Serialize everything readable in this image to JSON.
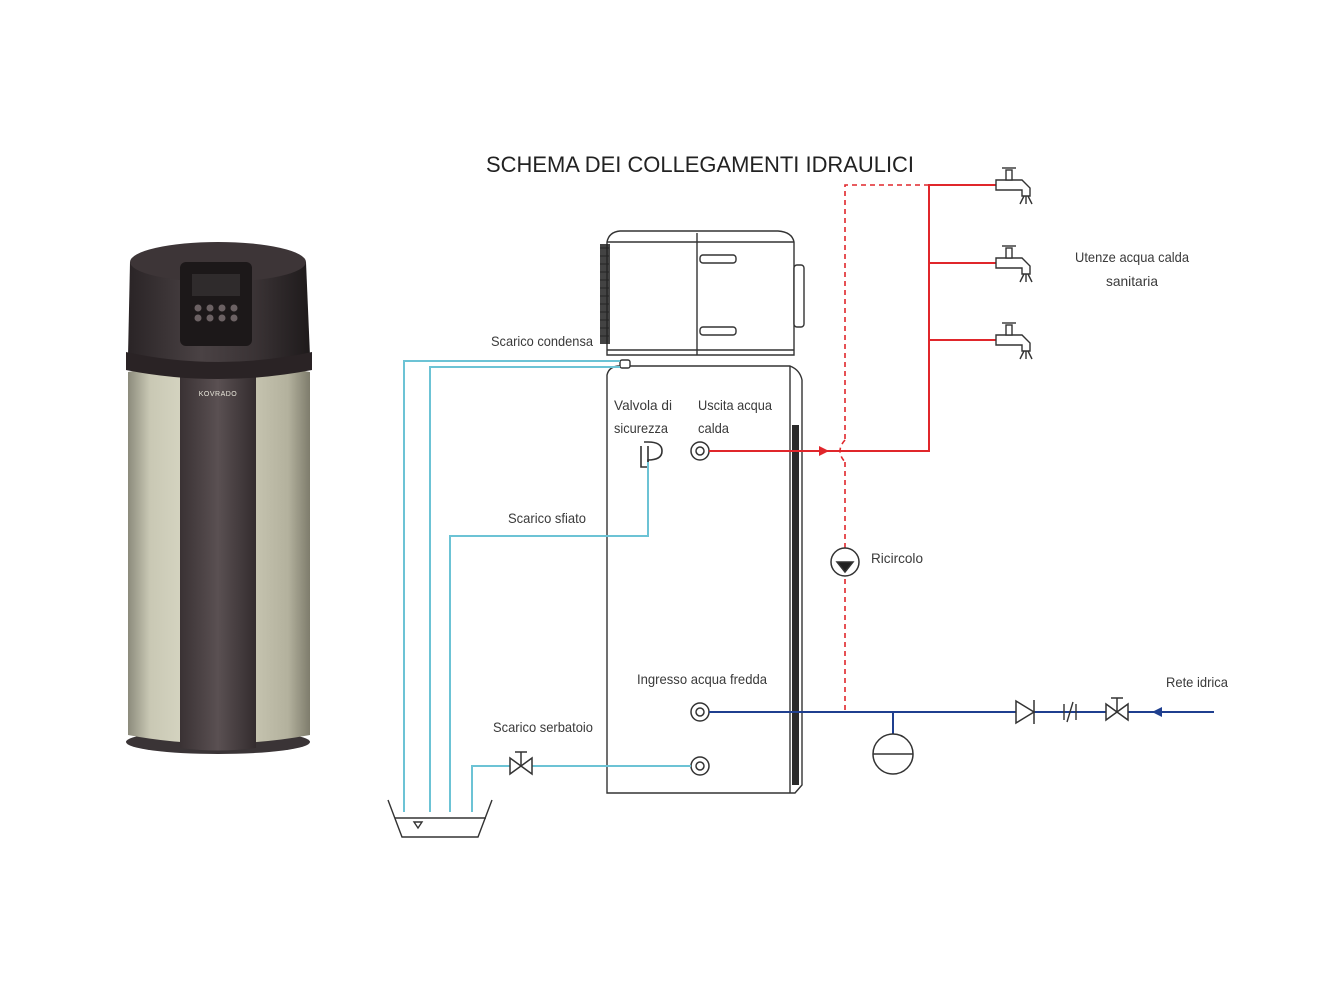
{
  "title": "SCHEMA DEI COLLEGAMENTI IDRAULICI",
  "product": {
    "brand_logo_text": "KOVRADO"
  },
  "labels": {
    "scarico_condensa": "Scarico condensa",
    "valvola_line1": "Valvola di",
    "valvola_line2": "sicurezza",
    "uscita_line1": "Uscita acqua",
    "uscita_line2": "calda",
    "scarico_sfiato": "Scarico sfiato",
    "ricircolo": "Ricircolo",
    "ingresso": "Ingresso acqua fredda",
    "scarico_serbatoio": "Scarico serbatoio",
    "rete_idrica": "Rete idrica",
    "utenze_line1": "Utenze acqua calda",
    "utenze_line2": "sanitaria"
  },
  "colors": {
    "hot_water": "#e0262b",
    "cold_water": "#1f3f8f",
    "drain": "#6cc3d5",
    "outline": "#333333"
  }
}
